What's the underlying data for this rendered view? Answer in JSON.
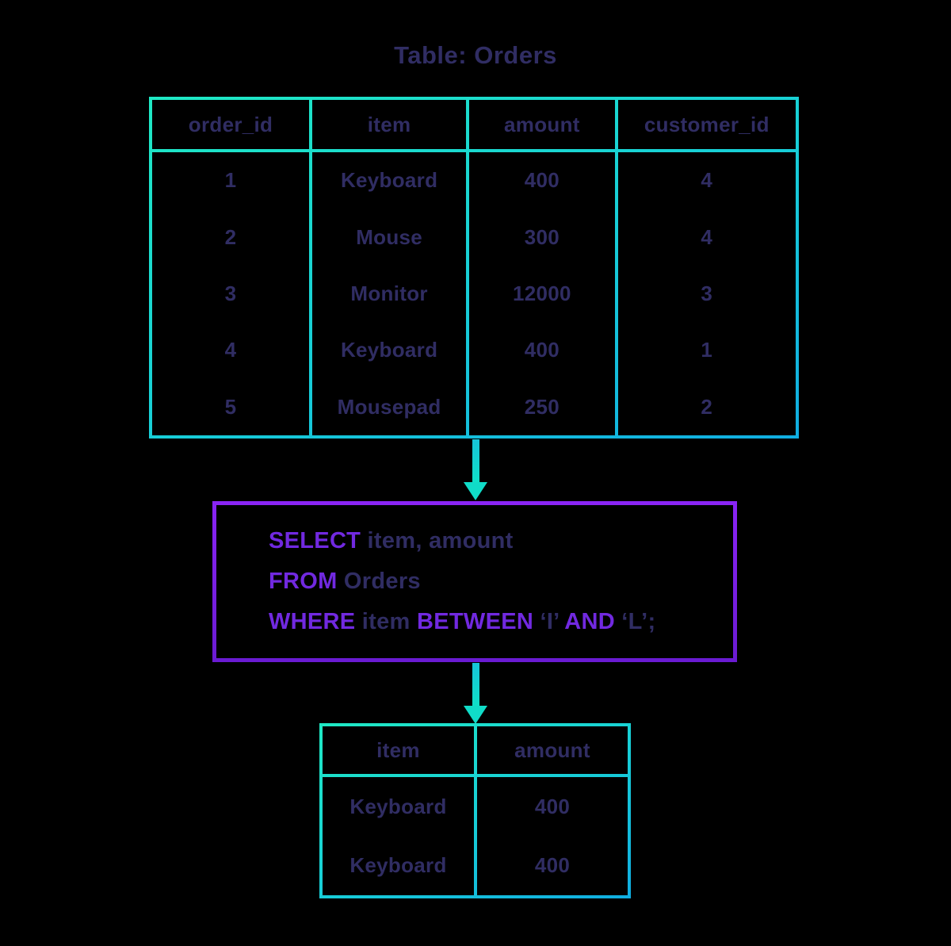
{
  "colors": {
    "background": "#000000",
    "table_border_gradient_start": "#1FE9C4",
    "table_border_gradient_end": "#10ADE1",
    "query_border_gradient_start": "#8A24F5",
    "query_border_gradient_end": "#6A1BD2",
    "sql_keyword_purple": "#7129E0",
    "text_navy": "#302D63",
    "arrow_teal": "#10DCC8"
  },
  "orders_table": {
    "title": "Table: Orders",
    "columns": [
      "order_id",
      "item",
      "amount",
      "customer_id"
    ],
    "rows": [
      [
        "1",
        "Keyboard",
        "400",
        "4"
      ],
      [
        "2",
        "Mouse",
        "300",
        "4"
      ],
      [
        "3",
        "Monitor",
        "12000",
        "3"
      ],
      [
        "4",
        "Keyboard",
        "400",
        "1"
      ],
      [
        "5",
        "Mousepad",
        "250",
        "2"
      ]
    ]
  },
  "query": {
    "lines": [
      [
        {
          "text": "SELECT",
          "kind": "keyword"
        },
        {
          "text": " item, amount",
          "kind": "plain"
        }
      ],
      [
        {
          "text": "FROM",
          "kind": "keyword"
        },
        {
          "text": " Orders",
          "kind": "plain"
        }
      ],
      [
        {
          "text": "WHERE",
          "kind": "keyword"
        },
        {
          "text": " item ",
          "kind": "plain"
        },
        {
          "text": "BETWEEN",
          "kind": "keyword"
        },
        {
          "text": " ‘I’ ",
          "kind": "plain"
        },
        {
          "text": "AND",
          "kind": "keyword"
        },
        {
          "text": " ‘L’;",
          "kind": "plain"
        }
      ]
    ]
  },
  "result_table": {
    "columns": [
      "item",
      "amount"
    ],
    "rows": [
      [
        "Keyboard",
        "400"
      ],
      [
        "Keyboard",
        "400"
      ]
    ]
  }
}
